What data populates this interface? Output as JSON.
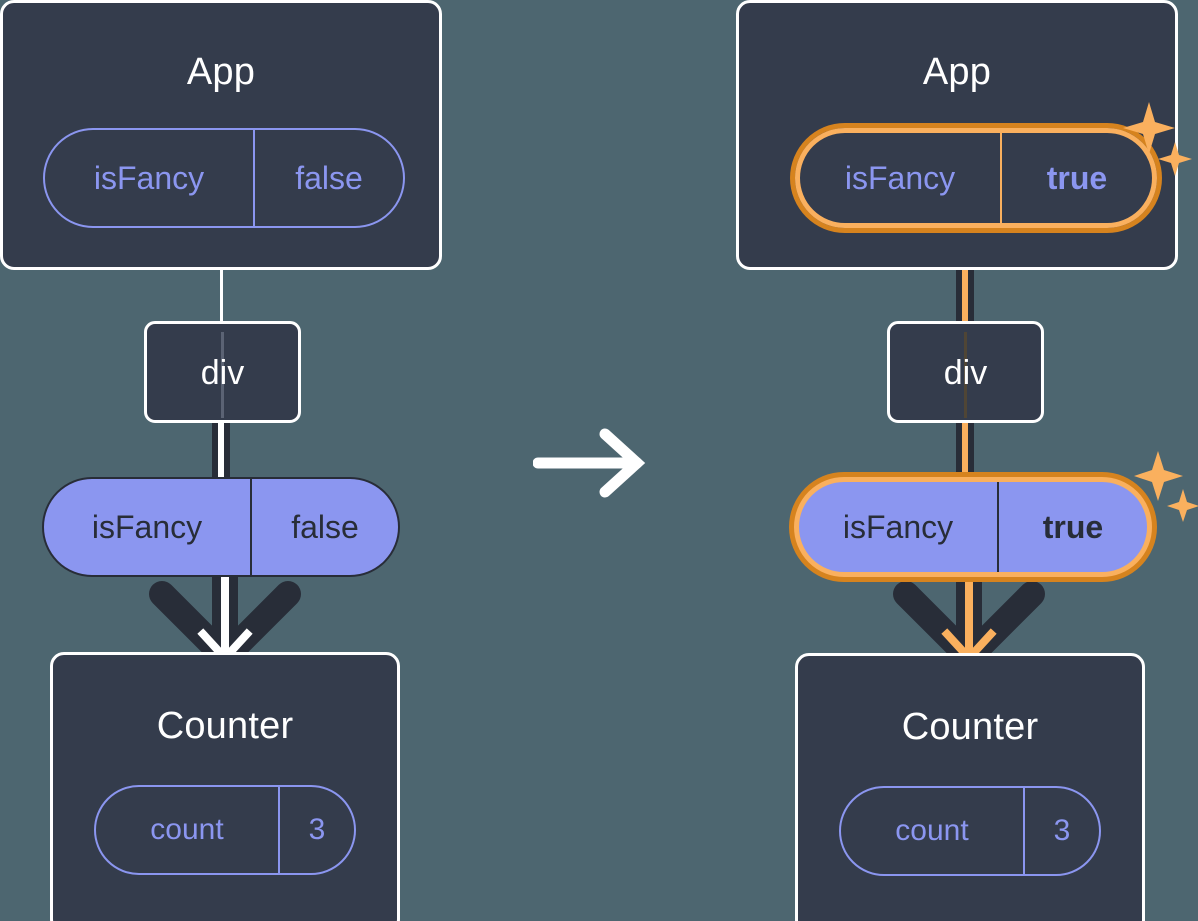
{
  "diagram": {
    "title": "react-state-update-propagation",
    "transition_icon": "right-arrow-icon",
    "colors": {
      "background": "#4d6670",
      "card": "#343c4c",
      "card_border": "#ffffff",
      "accent_purple": "#8b96f0",
      "highlight_outer": "#d6831e",
      "highlight_inner": "#fab05e",
      "edge_dark": "#282d38",
      "text_light": "#ffffff"
    },
    "before": {
      "app": {
        "title": "App",
        "state": {
          "name": "isFancy",
          "value": "false",
          "highlighted": false
        }
      },
      "div": {
        "label": "div"
      },
      "prop": {
        "name": "isFancy",
        "value": "false",
        "highlighted": false
      },
      "counter": {
        "title": "Counter",
        "state": {
          "name": "count",
          "value": "3",
          "highlighted": false
        }
      }
    },
    "after": {
      "app": {
        "title": "App",
        "state": {
          "name": "isFancy",
          "value": "true",
          "highlighted": true
        },
        "sparkle_icon": "sparkles-icon"
      },
      "div": {
        "label": "div"
      },
      "prop": {
        "name": "isFancy",
        "value": "true",
        "highlighted": true,
        "sparkle_icon": "sparkles-icon"
      },
      "counter": {
        "title": "Counter",
        "state": {
          "name": "count",
          "value": "3",
          "highlighted": false
        }
      }
    }
  }
}
